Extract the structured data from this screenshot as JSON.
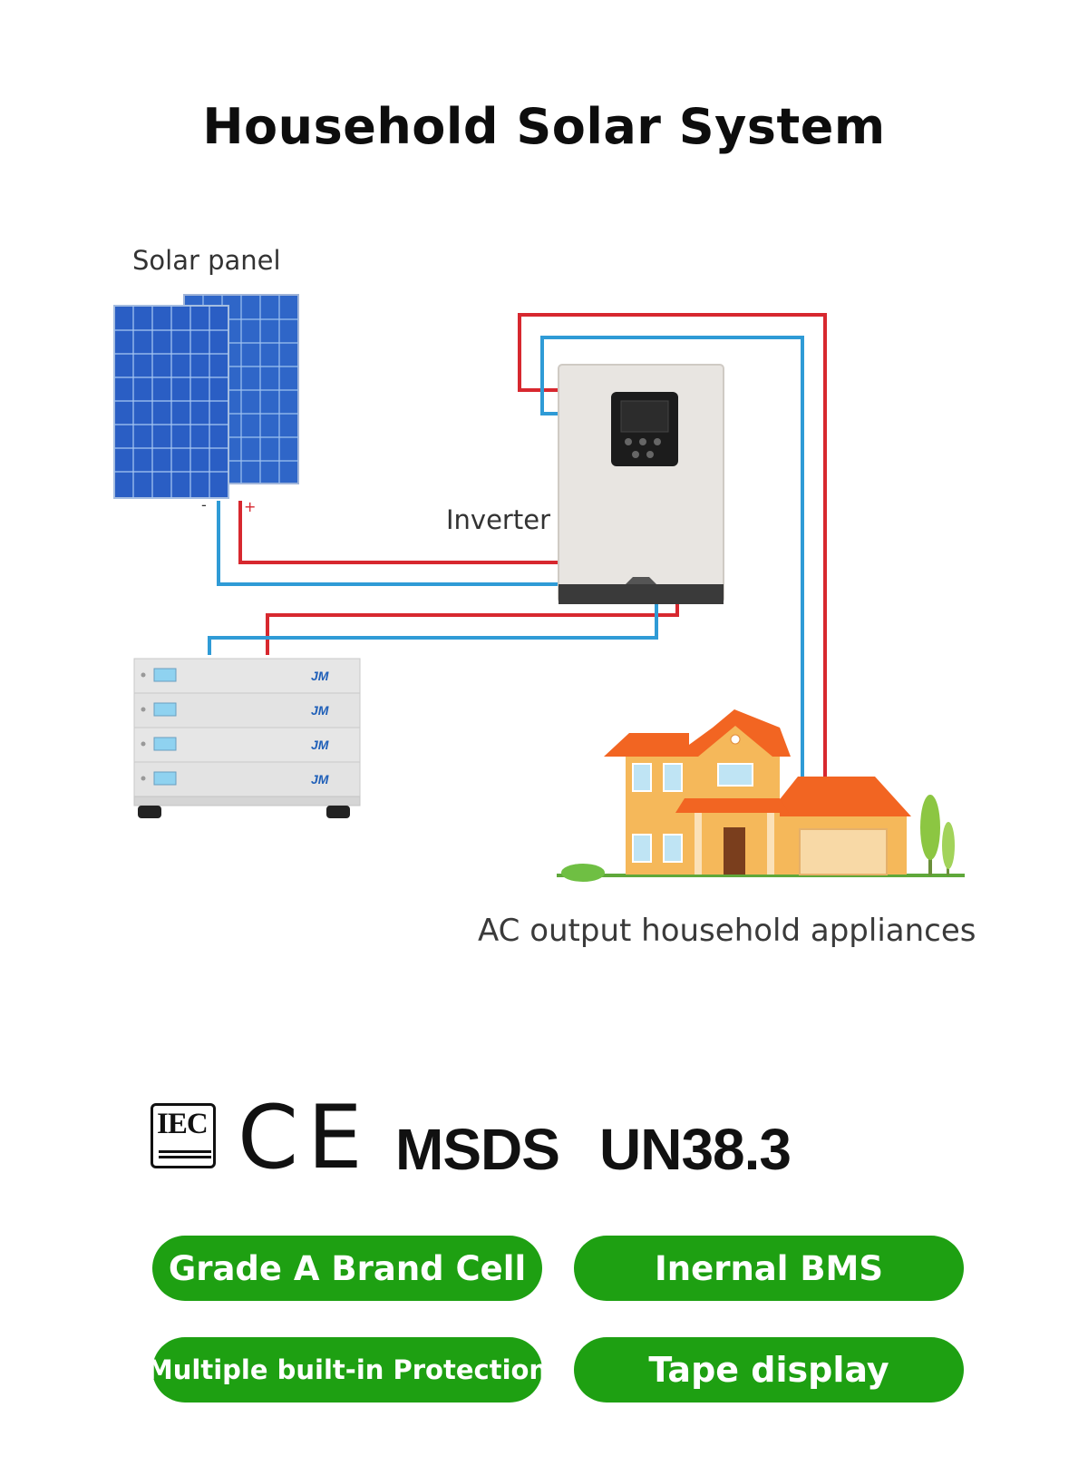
{
  "title": "Household Solar System",
  "diagram": {
    "solar_panel_label": "Solar panel",
    "inverter_label": "Inverter",
    "ac_output_label": "AC output household appliances",
    "panel_minus": "-",
    "panel_plus": "+",
    "battery_brand": "JM",
    "colors": {
      "positive_wire": "#d7282f",
      "negative_wire": "#2f9bd6",
      "panel": "#2f66c8",
      "roof": "#f26522",
      "wall": "#f5b85a"
    }
  },
  "certifications": {
    "iec": "IEC",
    "ce": "CE",
    "msds": "MSDS",
    "un": "UN38.3"
  },
  "features": [
    "Grade A Brand Cell",
    "Inernal BMS",
    "Multiple built-in Protection",
    "Tape display"
  ],
  "feature_color": "#1ea012"
}
